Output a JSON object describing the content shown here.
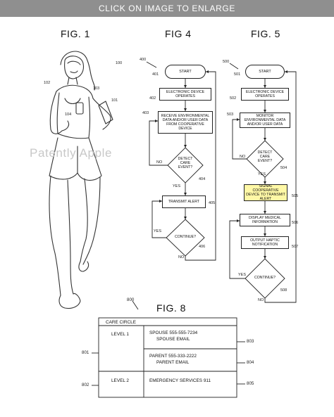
{
  "banner": "CLICK ON IMAGE TO ENLARGE",
  "watermark": "Patently Apple",
  "fig1": {
    "label": "FIG. 1",
    "refs": {
      "r100": "100",
      "r102": "102",
      "r103": "103",
      "r101": "101",
      "r104": "104"
    }
  },
  "fig4": {
    "label": "FIG 4",
    "ref_main": "400",
    "start": "START",
    "operates": "ELECTRONIC DEVICE OPERATES",
    "receive": "RECEIVE ENVIRONMENTAL DATA AND/OR USER DATA FROM COOPERATIVE DEVICE",
    "detect": "DETECT CARE EVENT?",
    "transmit": "TRANSMIT ALERT",
    "continue": "CONTINUE?",
    "yes": "YES",
    "no": "NO",
    "refs": {
      "r401": "401",
      "r402": "402",
      "r403": "403",
      "r404": "404",
      "r405": "405",
      "r406": "406"
    }
  },
  "fig5": {
    "label": "FIG. 5",
    "ref_main": "500",
    "start": "START",
    "operates": "ELECTRONIC DEVICE OPERATES",
    "monitor": "MONITOR ENVIRONMENTAL DATA AND/OR USER DATA",
    "detect": "DETECT CARE EVENT?",
    "signal": "SIGNAL COOPERATIVE DEVICE TO TRANSMIT ALERT",
    "display": "DISPLAY MEDICAL INFORMATION",
    "haptic": "OUTPUT HAPTIC NOTIFICATION",
    "continue": "CONTINUE?",
    "yes": "YES",
    "no": "NO",
    "refs": {
      "r501": "501",
      "r502": "502",
      "r503": "503",
      "r504": "504",
      "r505": "505",
      "r506": "506",
      "r507": "507",
      "r508": "508"
    }
  },
  "fig8": {
    "label": "FIG. 8",
    "ref_main": "800",
    "care_circle": "CARE CIRCLE",
    "level1": "LEVEL 1",
    "level2": "LEVEL 2",
    "spouse_phone": "SPOUSE 555-555-7234",
    "spouse_email": "SPOUSE EMAIL",
    "parent_phone": "PARENT 555-333-2222",
    "parent_email": "PARENT EMAIL",
    "emergency": "EMERGENCY SERVICES 911",
    "refs": {
      "r801": "801",
      "r802": "802",
      "r803": "803",
      "r804": "804",
      "r805": "805"
    }
  }
}
